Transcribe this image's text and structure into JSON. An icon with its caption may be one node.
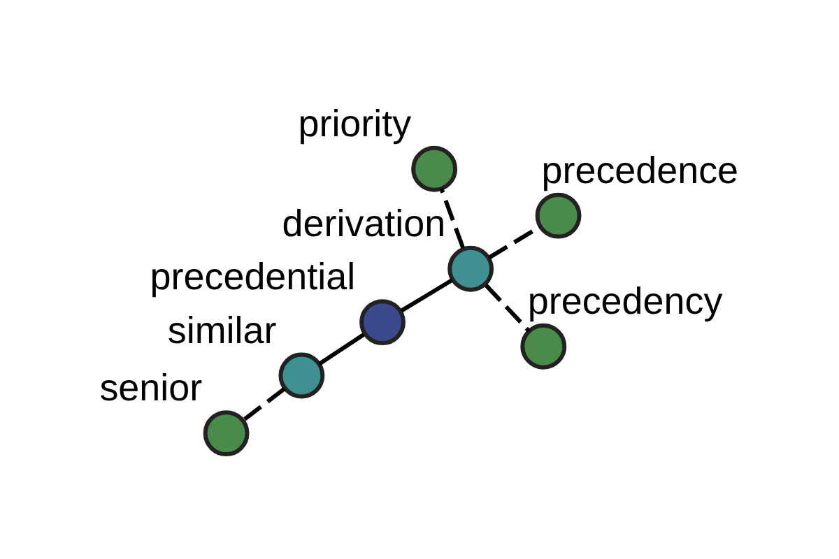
{
  "diagram": {
    "nodes": [
      {
        "text": [],
        "shape": "circle",
        "beside": [
          "precedential"
        ]
      },
      {
        "text": [],
        "shape": "circle",
        "beside": [
          "derivation"
        ]
      },
      {
        "text": [],
        "shape": "circle",
        "beside": [
          "precedency"
        ]
      },
      {
        "text": [],
        "shape": "circle",
        "beside": [
          "priority"
        ]
      },
      {
        "text": [],
        "shape": "circle",
        "beside": [
          "precedence"
        ]
      },
      {
        "text": [],
        "shape": "circle",
        "beside": [
          "similar"
        ]
      },
      {
        "text": [],
        "shape": "circle",
        "beside": [
          "senior"
        ]
      }
    ],
    "edges": [
      {
        "from": 0,
        "to": 1,
        "arrow": "none"
      },
      {
        "from": 1,
        "to": 2,
        "arrow": "none",
        "style": "dashed"
      },
      {
        "from": 1,
        "to": 3,
        "arrow": "none",
        "style": "dashed"
      },
      {
        "from": 1,
        "to": 4,
        "arrow": "none",
        "style": "dashed"
      },
      {
        "from": 0,
        "to": 5,
        "arrow": "none"
      },
      {
        "from": 5,
        "to": 6,
        "arrow": "none",
        "style": "dashed"
      }
    ]
  }
}
